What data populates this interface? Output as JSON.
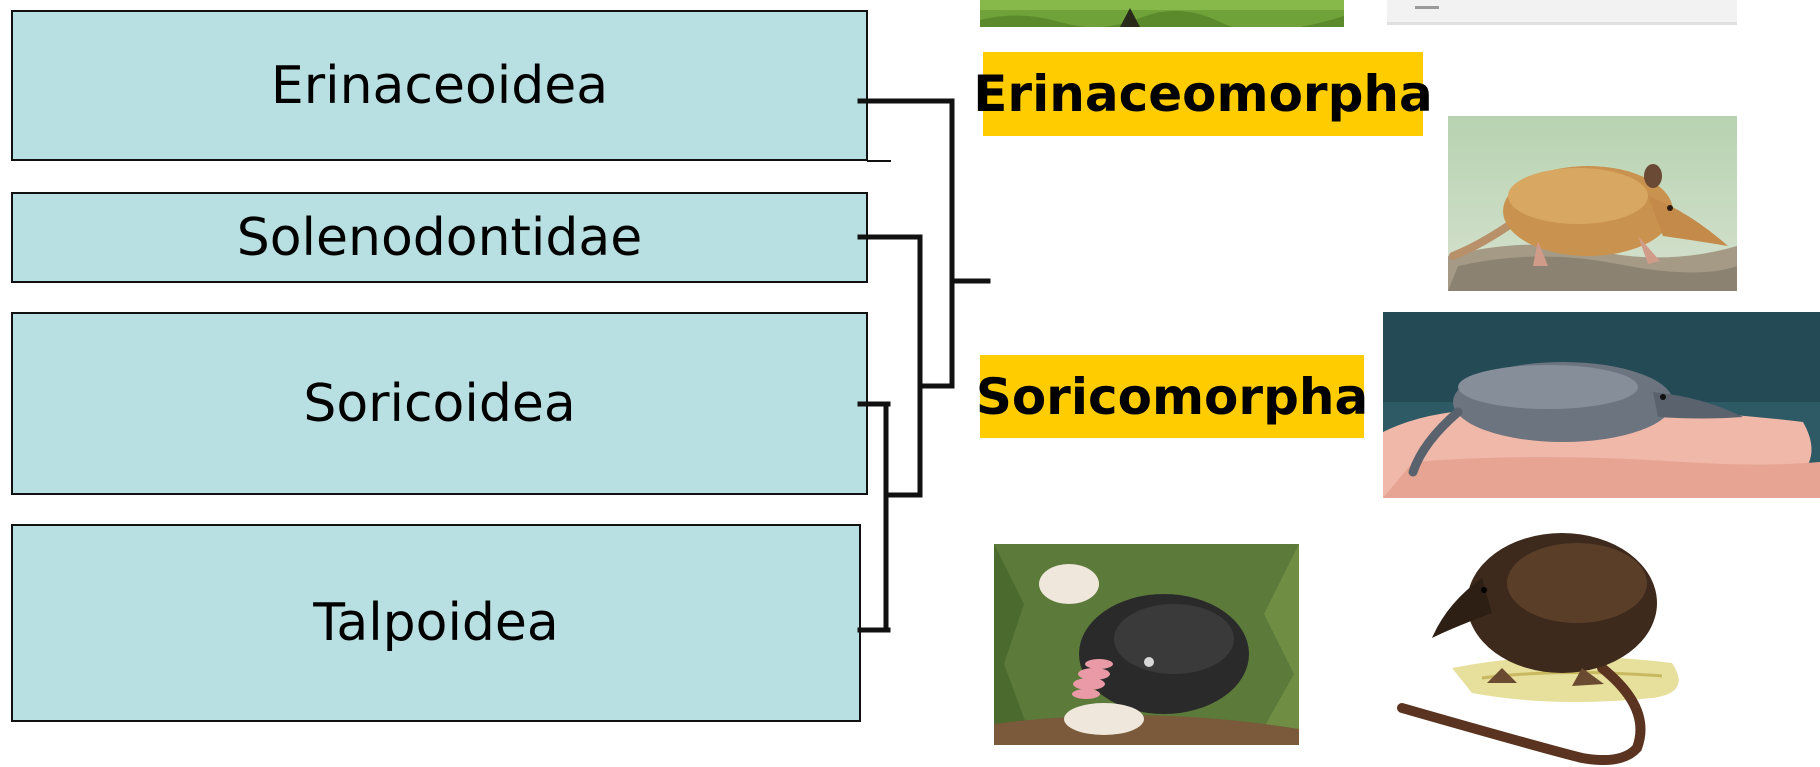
{
  "taxa": [
    {
      "label": "Erinaceoidea"
    },
    {
      "label": "Solenodontidae"
    },
    {
      "label": "Soricoidea"
    },
    {
      "label": "Talpoidea"
    }
  ],
  "groups": [
    {
      "label": "Erinaceomorpha"
    },
    {
      "label": "Soricomorpha"
    }
  ],
  "photos": [
    {
      "name": "hedgehog-photo"
    },
    {
      "name": "specimen-page-photo"
    },
    {
      "name": "solenodon-photo"
    },
    {
      "name": "shrew-on-hand-photo"
    },
    {
      "name": "star-nosed-mole-photo"
    },
    {
      "name": "shrew-illustration"
    }
  ],
  "colors": {
    "box_fill": "#b8dfe1",
    "label_fill": "#ffcc00",
    "line": "#111111"
  }
}
